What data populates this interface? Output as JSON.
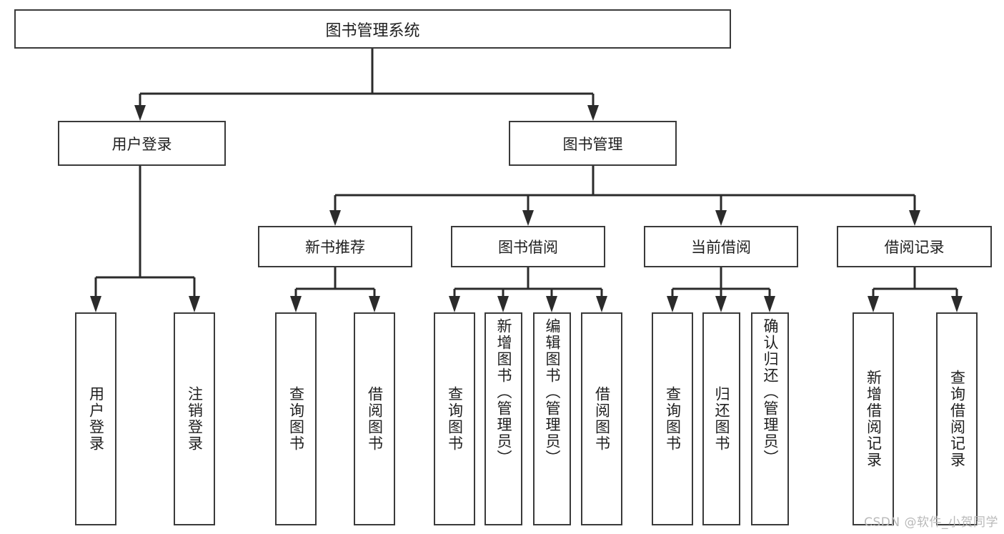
{
  "diagram": {
    "title": "图书管理系统",
    "type": "functional-structure-tree",
    "root": {
      "label": "图书管理系统"
    },
    "level2": [
      {
        "label": "用户登录"
      },
      {
        "label": "图书管理"
      }
    ],
    "level3": [
      {
        "label": "新书推荐"
      },
      {
        "label": "图书借阅"
      },
      {
        "label": "当前借阅"
      },
      {
        "label": "借阅记录"
      }
    ],
    "leaves": [
      {
        "label": "用户登录",
        "parent": "用户登录"
      },
      {
        "label": "注销登录",
        "parent": "用户登录"
      },
      {
        "label": "查询图书",
        "parent": "新书推荐"
      },
      {
        "label": "借阅图书",
        "parent": "新书推荐"
      },
      {
        "label": "查询图书",
        "parent": "图书借阅"
      },
      {
        "label": "新增图书（管理员）",
        "parent": "图书借阅"
      },
      {
        "label": "编辑图书（管理员）",
        "parent": "图书借阅"
      },
      {
        "label": "借阅图书",
        "parent": "图书借阅"
      },
      {
        "label": "查询图书",
        "parent": "当前借阅"
      },
      {
        "label": "归还图书",
        "parent": "当前借阅"
      },
      {
        "label": "确认归还（管理员）",
        "parent": "当前借阅"
      },
      {
        "label": "新增借阅记录",
        "parent": "借阅记录"
      },
      {
        "label": "查询借阅记录",
        "parent": "借阅记录"
      }
    ]
  },
  "watermark": {
    "text": "CSDN @软件_小贺同学"
  },
  "colors": {
    "border": "#3a3a3a",
    "connector": "#2b2b2b",
    "background": "#ffffff",
    "text": "#1f1f1f",
    "watermark": "#b9b9b9"
  }
}
